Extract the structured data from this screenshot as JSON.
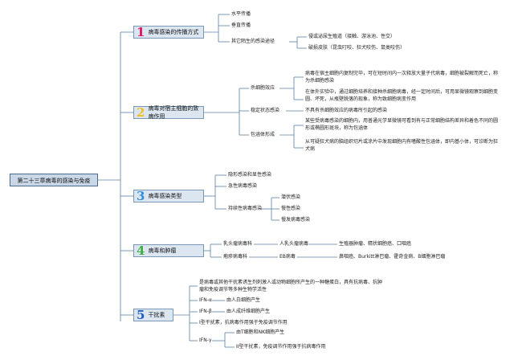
{
  "root": "第二十三章病毒的感染与免疫",
  "colors": {
    "line": "#5a7fa6",
    "b1": "#e0115f",
    "b2": "#f0c020",
    "b3": "#2f8fd8",
    "b4": "#3cb043",
    "b5": "#1f5fbf"
  },
  "b1": {
    "num": "1",
    "label": "病毒感染的传播方式",
    "horizontal": "水平传播",
    "vertical": "垂直传播",
    "other": "其它陌生的感染途径",
    "other1": "侵或泌尿生殖道（接触、游泳池、性交）",
    "other2": "破损皮肤（昆虫叮咬、狂犬咬伤、鼠类咬伤）"
  },
  "b2": {
    "num": "2",
    "label": "病毒对宿主细胞的致病作用",
    "kill": "杀细胞效应",
    "kill1": "病毒在宿主细胞内复制完毕，可在短时间内一次释放大量子代病毒，细胞被裂解而死亡，称为杀细胞感染",
    "kill2": "在体外实验中，通过细胞培养和接种杀细胞病毒，经一定时间后，可用显微镜观察到细胞变圆、坏死，从瓶壁脱落的现象，称为致细胞病变作用",
    "stable": "稳定状态感染",
    "stable1": "不具有杀细胞效应的病毒所引起的感染",
    "inclusion": "包涵体形成",
    "inc1": "某些受病毒感染的细胞内，用普通光学显微镜可看到有与正常细胞结构差异和着色不同的圆形或椭圆形斑块，称为包涵体",
    "inc2": "从可疑狂犬病的脑组织切片或涂片中发现细胞内有嗜酸性包涵体，即内基小体，可诊断为狂犬病"
  },
  "b3": {
    "num": "3",
    "label": "病毒感染类型",
    "t1": "隐形感染和显性感染",
    "t2": "急性病毒感染",
    "persist": "持续性病毒感染",
    "p1": "潜伏感染",
    "p2": "慢性感染",
    "p3": "慢发病毒感染"
  },
  "b4": {
    "num": "4",
    "label": "病毒和肿瘤",
    "papilloma": "乳头瘤病毒科",
    "hpv": "人乳头瘤病毒",
    "hpv_d": "生殖器肿瘤、精状细胞癌、口咽癌",
    "herpes": "疱疹病毒科",
    "eb": "EB病毒",
    "eb_d": "鼻咽癌、Burkitt淋巴瘤、霍奇金病、B细胞淋巴瘤"
  },
  "b5": {
    "num": "5",
    "label": "干扰素",
    "def": "是病毒或其他干扰素诱生剂刺激人或动物细胞所产生的一种糖蛋白，具有抗病毒、抗肿瘤和免疫调节等多种生物学活性",
    "ifna": "IFN-α",
    "ifna_d": "由人白细胞产生",
    "ifnb": "IFN-β",
    "ifnb_d": "由人成纤维细胞产生",
    "type1": "I型干扰素，抗病毒作用强于免疫调节作用",
    "ifng": "IFN-γ",
    "ifng_d": "由T细胞和NK细胞产生",
    "type2": "II型干扰素，免疫调节作用强于抗病毒作用"
  }
}
